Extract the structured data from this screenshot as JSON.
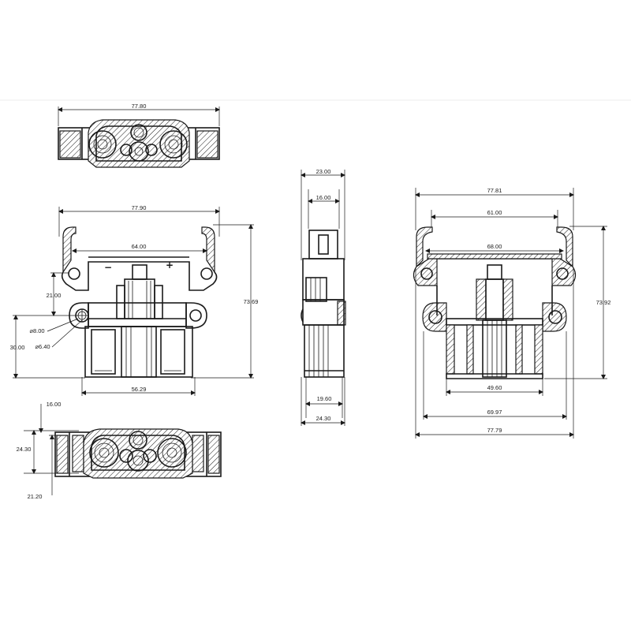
{
  "views": {
    "top": {
      "width": "77.80"
    },
    "front": {
      "width_top": "77.90",
      "inner_width": "64.00",
      "width_bottom": "56.29",
      "height": "73.69",
      "hole_offset": "21.00",
      "hole_height": "30.00",
      "dia_outer": "⌀8.00",
      "dia_inner": "⌀6.40",
      "minus_label": "−",
      "plus_label": "+"
    },
    "side": {
      "width_top": "23.00",
      "inner_top": "16.00",
      "inner_bottom": "19.60",
      "width_bottom": "24.30"
    },
    "section": {
      "width_top": "77.81",
      "span_61": "61.00",
      "span_68": "68.00",
      "height": "73.92",
      "span_49": "49.60",
      "span_69": "69.97",
      "width_bottom": "77.79"
    },
    "bottom": {
      "dim_top": "16.00",
      "dim_mid": "24.30",
      "dim_low": "21.20"
    }
  }
}
